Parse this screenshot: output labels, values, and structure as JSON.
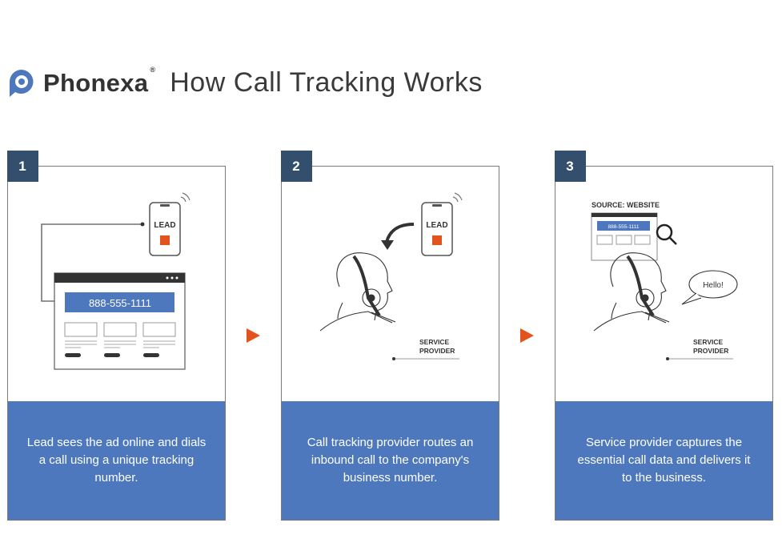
{
  "header": {
    "brand": "Phonexa",
    "registered": "®",
    "title": "How Call Tracking Works",
    "brand_color": "#4d78bd"
  },
  "steps": [
    {
      "number": "1",
      "phone_label": "LEAD",
      "tracking_number": "888-555-1111",
      "description": "Lead sees the ad online and dials a call using a unique tracking number."
    },
    {
      "number": "2",
      "phone_label": "LEAD",
      "person_label_1": "SERVICE",
      "person_label_2": "PROVIDER",
      "description": "Call tracking provider routes an inbound call to the company's business number."
    },
    {
      "number": "3",
      "source_label": "SOURCE: WEBSITE",
      "tracking_number": "888-555-1111",
      "speech": "Hello!",
      "person_label_1": "SERVICE",
      "person_label_2": "PROVIDER",
      "description": "Service provider captures the essential call data and delivers it to the business."
    }
  ],
  "colors": {
    "step_badge": "#344f6e",
    "description_bg": "#4d78bd",
    "arrow": "#e2531e",
    "call_button": "#e2531e"
  }
}
